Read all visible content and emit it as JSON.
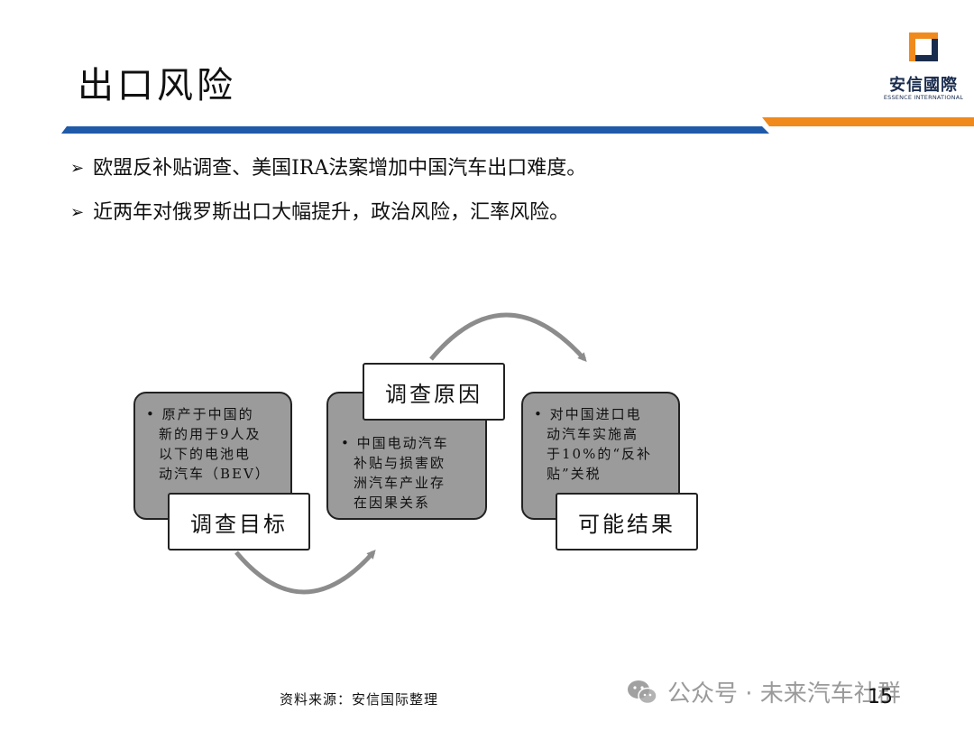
{
  "slide": {
    "title": "出口风险",
    "page_number": "15"
  },
  "logo": {
    "cn": "安信國際",
    "en": "ESSENCE INTERNATIONAL",
    "colors": {
      "navy": "#1a2c4e",
      "orange": "#f08a1c"
    }
  },
  "bullets": [
    {
      "marker": "➢",
      "text": "欧盟反补贴调查、美国IRA法案增加中国汽车出口难度。"
    },
    {
      "marker": "➢",
      "text": "近两年对俄罗斯出口大幅提升，政治风险，汇率风险。"
    }
  ],
  "diagram": {
    "nodes": [
      {
        "label": "调查目标",
        "lines": [
          "• 原产于中国的",
          "新的用于9人及",
          "以下的电池电",
          "动汽车（BEV）"
        ]
      },
      {
        "label": "调查原因",
        "lines": [
          "• 中国电动汽车",
          "补贴与损害欧",
          "洲汽车产业存",
          "在因果关系"
        ]
      },
      {
        "label": "可能结果",
        "lines": [
          "• 对中国进口电",
          "动汽车实施高",
          "于10%的“反补",
          "贴”关税"
        ]
      }
    ],
    "colors": {
      "box_fill": "#9b9b9b",
      "arrow": "#8c8c8c"
    }
  },
  "footer": {
    "source": "资料来源：安信国际整理",
    "watermark": "公众号 · 未来汽车社群"
  },
  "band_colors": {
    "blue": "#1f5aa8",
    "orange": "#f08a1c"
  }
}
